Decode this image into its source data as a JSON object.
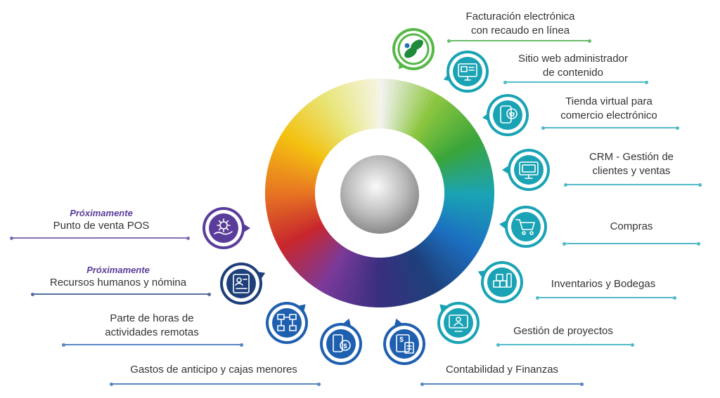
{
  "items": [
    {
      "id": "facturacion",
      "lines": [
        "Facturación electrónica",
        "con recaudo en línea"
      ],
      "color": "#3aa53a",
      "icon": "leaf-logo-icon",
      "ring": "#56b847"
    },
    {
      "id": "sitio-web",
      "lines": [
        "Sitio web administrador",
        "de contenido"
      ],
      "color": "#1aa3b5",
      "icon": "monitor-web-icon",
      "ring": "#1aa3b5"
    },
    {
      "id": "tienda",
      "lines": [
        "Tienda virtual para",
        "comercio electrónico"
      ],
      "color": "#1aa3b5",
      "icon": "mobile-shop-icon",
      "ring": "#1aa3b5"
    },
    {
      "id": "crm",
      "lines": [
        "CRM - Gestión de",
        "clientes y ventas"
      ],
      "color": "#1aa3b5",
      "icon": "crm-screen-icon",
      "ring": "#1aa3b5"
    },
    {
      "id": "compras",
      "lines": [
        "Compras"
      ],
      "color": "#1aa3b5",
      "icon": "cart-icon",
      "ring": "#1aa3b5"
    },
    {
      "id": "inventarios",
      "lines": [
        "Inventarios y Bodegas"
      ],
      "color": "#1aa3b5",
      "icon": "inventory-icon",
      "ring": "#1aa3b5"
    },
    {
      "id": "proyectos",
      "lines": [
        "Gestión de proyectos"
      ],
      "color": "#1aa3b5",
      "icon": "project-monitor-icon",
      "ring": "#1aa3b5"
    },
    {
      "id": "contabilidad",
      "lines": [
        "Contabilidad y Finanzas"
      ],
      "color": "#1f5fb0",
      "icon": "accounting-icon",
      "ring": "#1f5fb0"
    },
    {
      "id": "gastos",
      "lines": [
        "Gastos de anticipo y cajas menores"
      ],
      "color": "#1f5fb0",
      "icon": "cash-phone-icon",
      "ring": "#1f5fb0"
    },
    {
      "id": "horas",
      "lines": [
        "Parte de horas de",
        "actividades remotas"
      ],
      "color": "#1f5fb0",
      "icon": "remote-network-icon",
      "ring": "#1f5fb0"
    },
    {
      "id": "rrhh",
      "soon": "Próximamente",
      "lines": [
        "Recursos humanos y nómina"
      ],
      "color": "#1e3f7a",
      "icon": "hr-document-icon",
      "ring": "#1e3f7a"
    },
    {
      "id": "pos",
      "soon": "Próximamente",
      "lines": [
        "Punto de venta POS"
      ],
      "color": "#5a3d9a",
      "icon": "gear-hand-icon",
      "ring": "#5a3d9a"
    }
  ],
  "colors": {
    "wheel": [
      "#f2f2f0",
      "#8cc63f",
      "#3aa53a",
      "#1aa3b5",
      "#1c6fc0",
      "#1e3f7a",
      "#3a2f80",
      "#7a3a9a",
      "#c8262d",
      "#e87722",
      "#f4c010",
      "#e8e67a",
      "#f5f5e8"
    ],
    "text": "#333333"
  }
}
